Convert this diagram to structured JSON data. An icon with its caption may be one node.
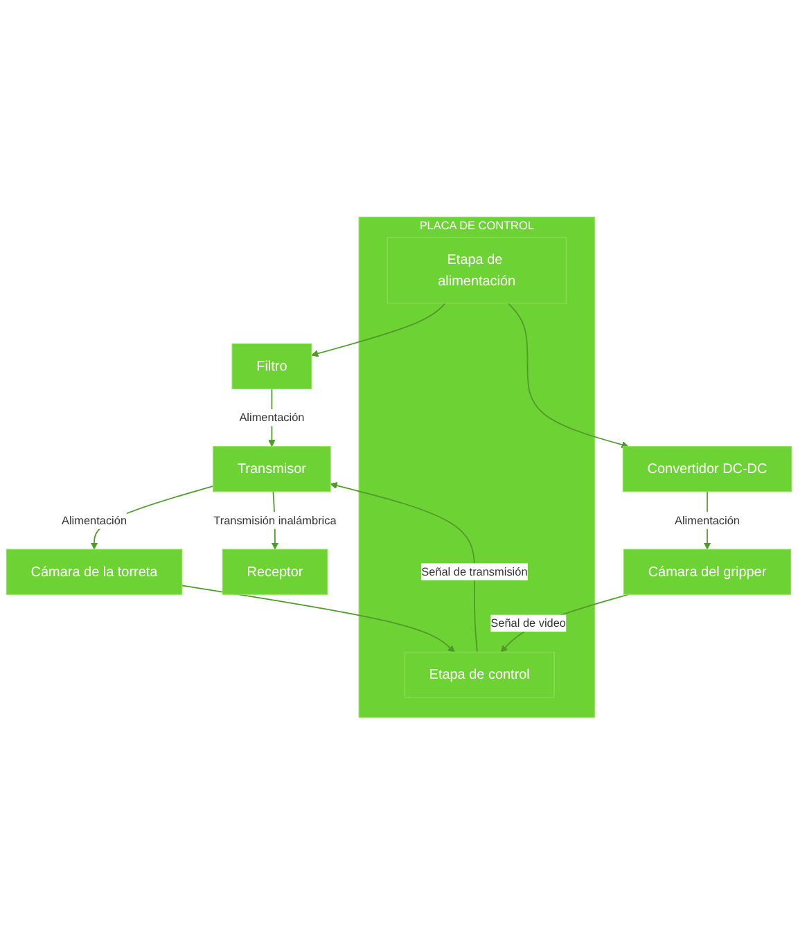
{
  "diagram": {
    "nodes": [
      {
        "text": [
          "PLACA DE CONTROL"
        ]
      },
      {
        "text": [
          "Etapa de alimentación"
        ],
        "in": 0
      },
      {
        "text": [
          "Etapa de control"
        ],
        "in": 0
      },
      {
        "text": [
          "Filtro"
        ]
      },
      {
        "text": [
          "Convertidor DC-DC"
        ]
      },
      {
        "text": [
          "Cámara de la torreta"
        ]
      },
      {
        "text": [
          "Cámara del gripper"
        ]
      },
      {
        "text": [
          "Transmisor"
        ]
      },
      {
        "text": [
          "Receptor"
        ]
      }
    ],
    "edges": [
      {
        "from": 1,
        "to": 3,
        "arrow": "to"
      },
      {
        "from": 1,
        "to": 4,
        "arrow": "to"
      },
      {
        "from": 4,
        "to": 6,
        "arrow": "to",
        "label": "Alimentación"
      },
      {
        "from": 6,
        "to": 2,
        "arrow": "to",
        "label": "Señal de video"
      },
      {
        "from": 5,
        "to": 2,
        "arrow": "to"
      },
      {
        "from": 2,
        "to": 7,
        "arrow": "to",
        "label": "Señal de transmisión"
      },
      {
        "from": 3,
        "to": 7,
        "arrow": "to",
        "label": "Alimentación"
      },
      {
        "from": 7,
        "to": 5,
        "arrow": "to",
        "label": "Alimentación"
      },
      {
        "from": 7,
        "to": 8,
        "arrow": "to",
        "label": "Transmisión inalámbrica"
      }
    ]
  }
}
